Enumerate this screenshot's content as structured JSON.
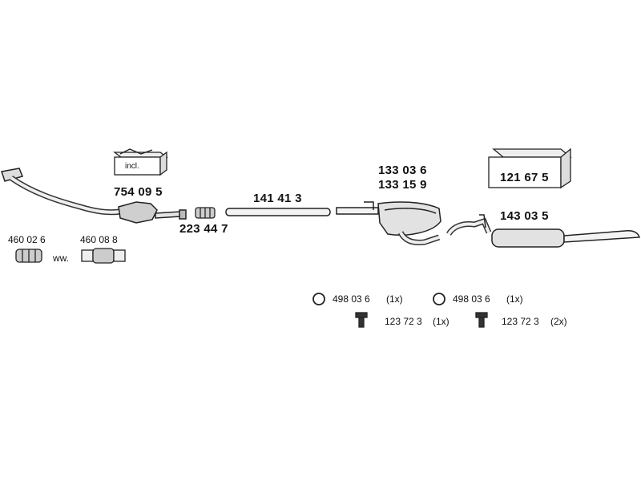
{
  "parts": {
    "front_pipe_cat": "754 09 5",
    "incl_label": "incl.",
    "clamp": "223 44 7",
    "middle_pipe": "141 41 3",
    "middle_silencer_a": "133 03 6",
    "middle_silencer_b": "133 15 9",
    "rear_silencer": "143 03 5",
    "kit_box": "121 67 5",
    "alt_part_1": "460 02 6",
    "alt_part_2": "460 08 8",
    "ww_label": "ww."
  },
  "mounts": [
    {
      "code": "498 03 6",
      "qty": "(1x)"
    },
    {
      "code": "123 72 3",
      "qty": "(1x)"
    },
    {
      "code": "498 03 6",
      "qty": "(1x)"
    },
    {
      "code": "123 72 3",
      "qty": "(2x)"
    }
  ]
}
